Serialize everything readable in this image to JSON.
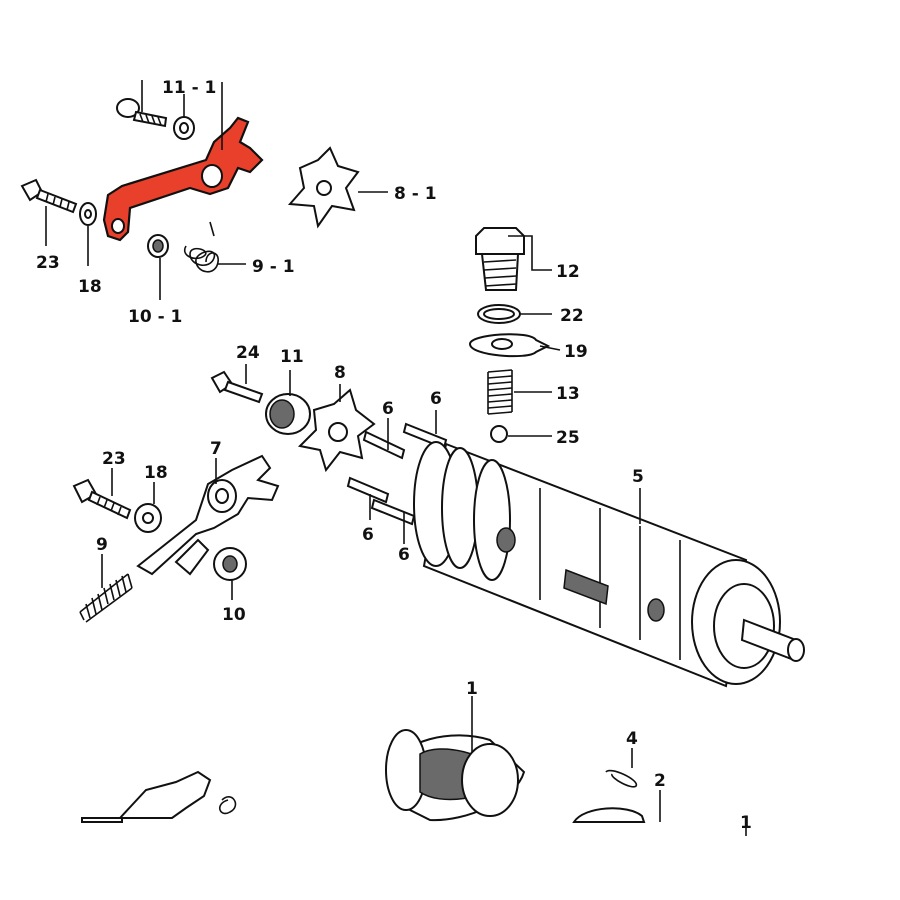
{
  "accent_color": "#e8402a",
  "labels": {
    "l11_1": "11 - 1",
    "l8_1": "8 - 1",
    "l23_top": "23",
    "l18_top": "18",
    "l10_1": "10 - 1",
    "l9_1": "9 - 1",
    "l12": "12",
    "l22": "22",
    "l19": "19",
    "l13": "13",
    "l25": "25",
    "l24": "24",
    "l11": "11",
    "l8": "8",
    "l6a": "6",
    "l6b": "6",
    "l6c": "6",
    "l6d": "6",
    "l23": "23",
    "l18": "18",
    "l7": "7",
    "l9": "9",
    "l10": "10",
    "l5": "5",
    "l1": "1",
    "l4": "4",
    "l2": "2",
    "l1b": "1"
  }
}
